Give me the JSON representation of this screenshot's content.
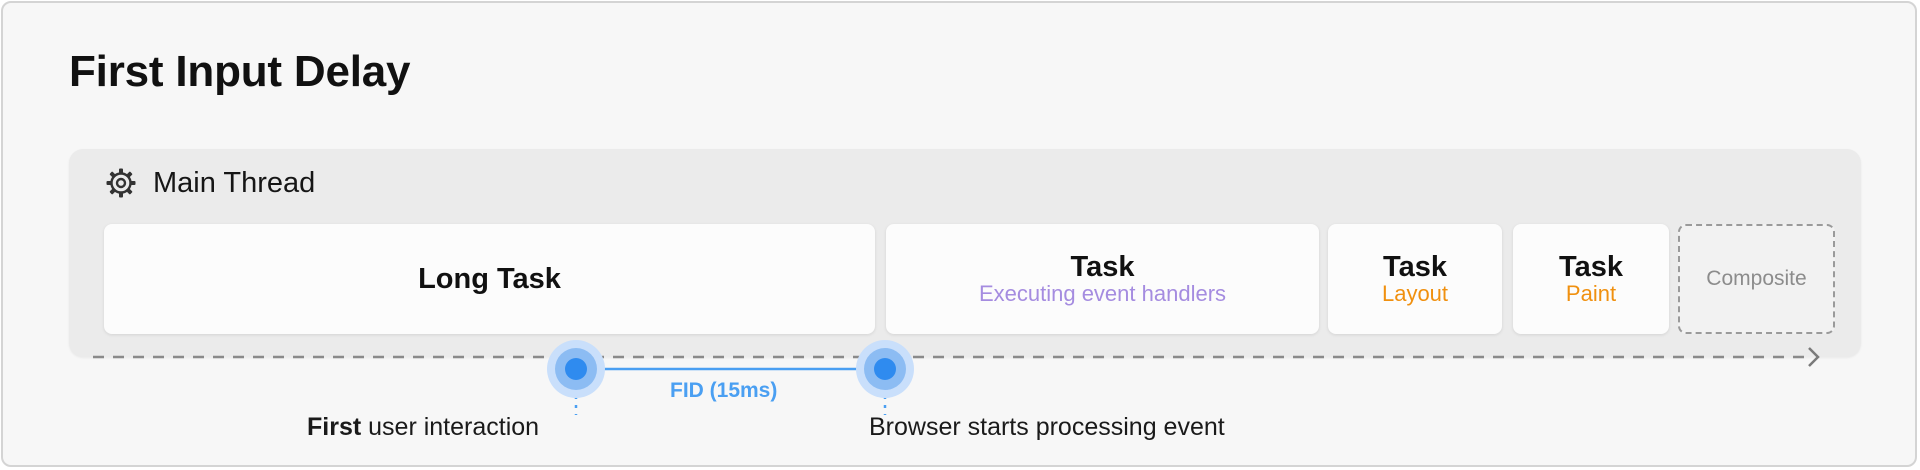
{
  "title": "First Input Delay",
  "thread": {
    "label": "Main Thread",
    "icon": "gear-icon"
  },
  "tasks": [
    {
      "title": "Long Task",
      "subtitle": ""
    },
    {
      "title": "Task",
      "subtitle": "Executing event handlers"
    },
    {
      "title": "Task",
      "subtitle": "Layout"
    },
    {
      "title": "Task",
      "subtitle": "Paint"
    },
    {
      "title": "Composite",
      "subtitle": ""
    }
  ],
  "timeline": {
    "fid_label": "FID (15ms)",
    "first_interaction": {
      "bold": "First",
      "rest": " user interaction"
    },
    "processing_start": "Browser starts processing event"
  },
  "colors": {
    "accent_blue": "#4a9ff2",
    "purple": "#a58ce0",
    "orange": "#f0900f"
  }
}
